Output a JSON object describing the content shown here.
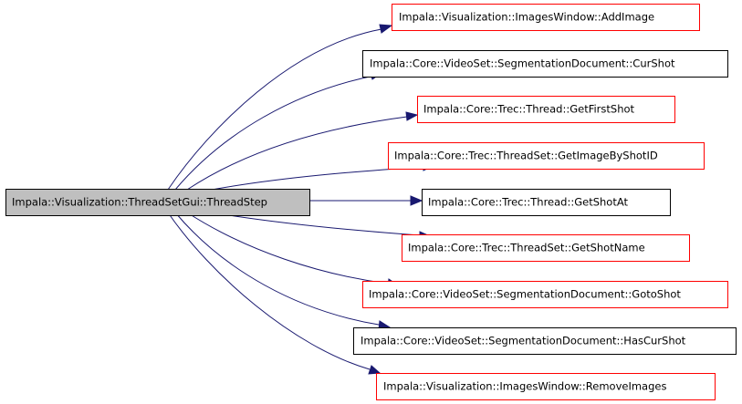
{
  "colors": {
    "edge": "#191970",
    "source_fill": "#bfbfbf",
    "documented_border": "#000000",
    "undocumented_border": "#ff0000"
  },
  "graph": {
    "source": {
      "label": "Impala::Visualization::ThreadSetGui::ThreadStep",
      "style": "source"
    },
    "targets": [
      {
        "label": "Impala::Visualization::ImagesWindow::AddImage",
        "style": "red"
      },
      {
        "label": "Impala::Core::VideoSet::SegmentationDocument::CurShot",
        "style": "black"
      },
      {
        "label": "Impala::Core::Trec::Thread::GetFirstShot",
        "style": "red"
      },
      {
        "label": "Impala::Core::Trec::ThreadSet::GetImageByShotID",
        "style": "red"
      },
      {
        "label": "Impala::Core::Trec::Thread::GetShotAt",
        "style": "black"
      },
      {
        "label": "Impala::Core::Trec::ThreadSet::GetShotName",
        "style": "red"
      },
      {
        "label": "Impala::Core::VideoSet::SegmentationDocument::GotoShot",
        "style": "red"
      },
      {
        "label": "Impala::Core::VideoSet::SegmentationDocument::HasCurShot",
        "style": "black"
      },
      {
        "label": "Impala::Visualization::ImagesWindow::RemoveImages",
        "style": "red"
      }
    ]
  }
}
